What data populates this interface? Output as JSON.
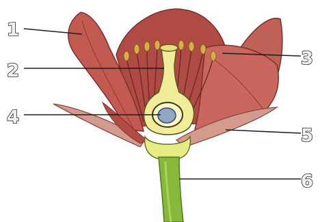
{
  "labels": [
    "1",
    "2",
    "3",
    "4",
    "5",
    "6"
  ],
  "colors": {
    "petal": "#b8554e",
    "petal_dark": "#8e3a35",
    "petal_light": "#d98e85",
    "pistil": "#f1ec9a",
    "pistil_outline": "#5a5a22",
    "ovule": "#8fa9c4",
    "stalk": "#86b83a",
    "stalk_dark": "#4f7a1c",
    "receptacle": "#e6ec84",
    "anther": "#d9b14a",
    "sepal": "#c98a7e"
  }
}
